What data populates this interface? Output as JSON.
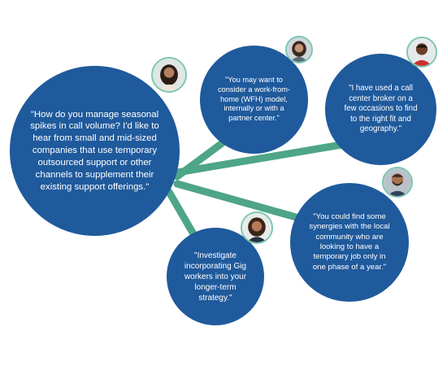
{
  "colors": {
    "bubble": "#1f5a9c",
    "connector": "#4ea587",
    "avatar_ring": "#7cc6b1",
    "text": "#ffffff"
  },
  "question": {
    "text": "\"How do you manage seasonal spikes in call volume? I'd like to hear from small and mid-sized companies that use temporary outsourced support or other channels to supplement their existing support offerings.\"",
    "avatar": "woman-avatar-icon"
  },
  "responses": [
    {
      "text": "\"You may want to consider a work-from-home (WFH) model, internally or with a partner center.\"",
      "avatar": "woman-avatar-icon"
    },
    {
      "text": "\"I have used a call center broker on a few occasions to find to the right fit and geography.\"",
      "avatar": "man-avatar-icon"
    },
    {
      "text": "\"You could find some synergies with the local community who are looking to have a temporary job only in one phase of a year.\"",
      "avatar": "bearded-man-avatar-icon"
    },
    {
      "text": "\"Investigate incorporating Gig workers into your longer-term strategy.\"",
      "avatar": "woman-avatar-icon"
    }
  ]
}
